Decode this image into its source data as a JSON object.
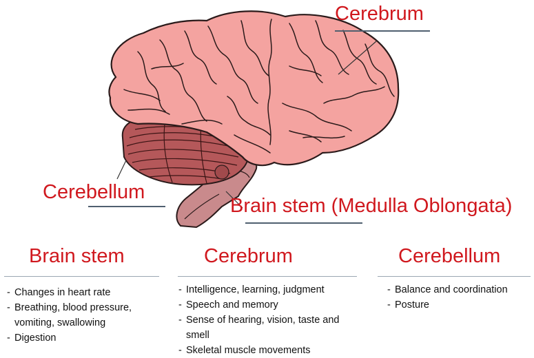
{
  "labels": {
    "cerebrum": "Cerebrum",
    "cerebellum": "Cerebellum",
    "brain_stem": "Brain stem (Medulla Oblongata)"
  },
  "sections": [
    {
      "title": "Brain stem",
      "items": [
        "Changes in heart rate",
        "Breathing, blood pressure, vomiting, swallowing",
        "Digestion"
      ]
    },
    {
      "title": "Cerebrum",
      "items": [
        "Intelligence, learning, judgment",
        "Speech and memory",
        "Sense of hearing, vision, taste and smell",
        "Skeletal muscle movements"
      ]
    },
    {
      "title": "Cerebellum",
      "items": [
        "Balance and coordination",
        "Posture"
      ]
    }
  ],
  "colors": {
    "label_red": "#d0181e",
    "cerebrum_fill": "#f4a3a0",
    "cerebellum_fill": "#b5585a",
    "brainstem_fill": "#c98a8c"
  }
}
